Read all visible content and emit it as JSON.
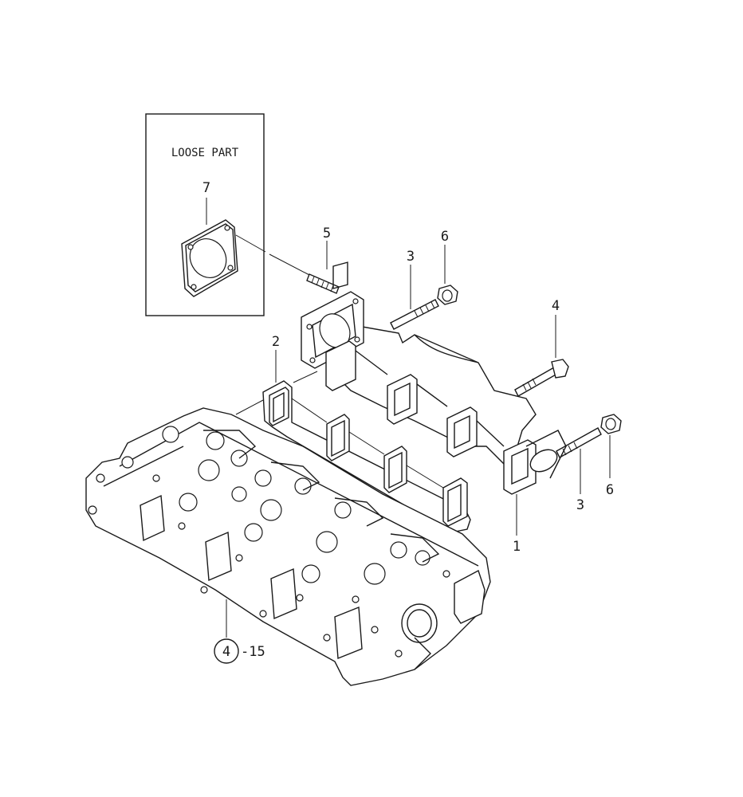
{
  "loose_part_box": {
    "title": "LOOSE PART"
  },
  "callouts": {
    "c1": "1",
    "c2": "2",
    "c3a": "3",
    "c3b": "3",
    "c4": "4",
    "c5": "5",
    "c6a": "6",
    "c6b": "6",
    "c7": "7"
  },
  "reference": {
    "circle_label": "4",
    "suffix": "-15"
  }
}
